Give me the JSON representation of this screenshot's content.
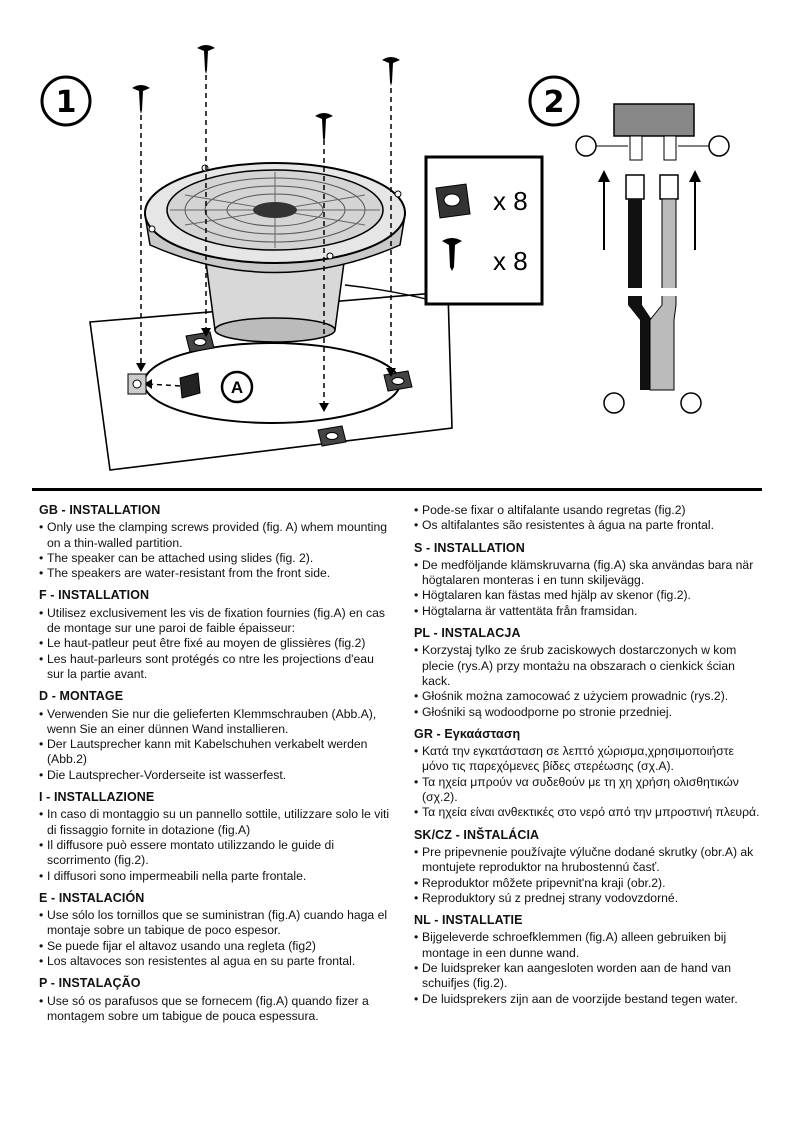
{
  "figure": {
    "step1_number": "1",
    "step2_number": "2",
    "callout_A": "A",
    "kit": {
      "slide_qty": "x 8",
      "screw_qty": "x 8"
    },
    "icons": [
      "screw-icon",
      "slide-clip-icon",
      "speaker",
      "wire-connector"
    ]
  },
  "sections": [
    {
      "title": "GB - INSTALLATION",
      "items": [
        "Only use the clamping screws provided (fig. A) whem mounting on a thin-walled partition.",
        "The speaker can be attached using slides (fig. 2).",
        "The speakers are water-resistant from the front side."
      ]
    },
    {
      "title": "F - INSTALLATION",
      "items": [
        "Utilisez exclusivement les vis de fixation fournies (fig.A) en cas de montage sur une paroi de faible épaisseur:",
        "Le haut-patleur peut être fixé au moyen de glissières (fig.2)",
        "Les haut-parleurs sont protégés co ntre les projections d'eau sur la partie avant."
      ]
    },
    {
      "title": "D - MONTAGE",
      "items": [
        "Verwenden Sie nur die gelieferten Klemmschrauben (Abb.A), wenn Sie an einer dünnen Wand installieren.",
        "Der Lautsprecher kann mit Kabelschuhen verkabelt werden (Abb.2)",
        "Die Lautsprecher-Vorderseite ist wasserfest."
      ]
    },
    {
      "title": "I - INSTALLAZIONE",
      "items": [
        "In caso di montaggio su un pannello sottile, utilizzare solo le viti di fissaggio fornite in dotazione (fig.A)",
        "Il diffusore può essere montato utilizzando le guide di scorrimento (fig.2).",
        "I diffusori sono impermeabili nella parte frontale."
      ]
    },
    {
      "title": "E - INSTALACIÓN",
      "items": [
        "Use sólo los tornillos que se suministran (fig.A) cuando haga el montaje sobre un tabique de poco espesor.",
        "Se puede fijar el altavoz usando una regleta (fig2)",
        "Los altavoces son resistentes al agua en su parte frontal."
      ]
    },
    {
      "title": "P - INSTALAÇÃO",
      "items": [
        "Use só os parafusos que se fornecem (fig.A) quando fizer a montagem sobre um tabigue de pouca espessura.",
        "Pode-se fixar o altifalante usando regretas (fig.2)",
        "Os altifalantes são resistentes à água na parte frontal."
      ]
    },
    {
      "title": "S - INSTALLATION",
      "items": [
        "De medföljande klämskruvarna (fig.A) ska användas bara när högtalaren monteras i en tunn skiljevägg.",
        "Högtalaren kan fästas med hjälp av skenor (fig.2).",
        "Högtalarna är vattentäta från framsidan."
      ]
    },
    {
      "title": "PL - INSTALACJA",
      "items": [
        "Korzystaj tylko ze śrub zaciskowych dostarczonych w kom plecie (rys.A) przy montażu na obszarach o cienkick ścian kack.",
        "Głośnik można zamocować z użyciem prowadnic (rys.2).",
        "Głośniki są wodoodporne po stronie przedniej."
      ]
    },
    {
      "title": "GR - Εγκαάσταση",
      "items": [
        "Κατά την εγκατάσταση σε λεπτό χώρισμα,χρησιμοποιήστε μόνο τις παρεχόμενες βίδες στερέωσης (σχ.Α).",
        "Τα ηχεία μπρούν να συδεθούν με τη χη χρήση ολισθητικών (σχ.2).",
        "Τα ηχεία είναι ανθεκτικές στο νερό από την μπροστινή πλευρά."
      ]
    },
    {
      "title": "SK/CZ - INŠTALÁCIA",
      "items": [
        "Pre pripevnenie používajte výlučne dodané skrutky (obr.A) ak montujete reproduktor na hrubostennú časť.",
        "Reproduktor môžete pripevnit'na kraji (obr.2).",
        "Reproduktory sú z prednej strany vodovzdorné."
      ]
    },
    {
      "title": "NL - INSTALLATIE",
      "items": [
        "Bijgeleverde schroefklemmen (fig.A) alleen gebruiken bij montage in een dunne wand.",
        "De luidspreker kan aangesloten worden aan de hand van schuifjes (fig.2).",
        "De luidsprekers zijn aan de voorzijde bestand tegen water."
      ]
    }
  ]
}
